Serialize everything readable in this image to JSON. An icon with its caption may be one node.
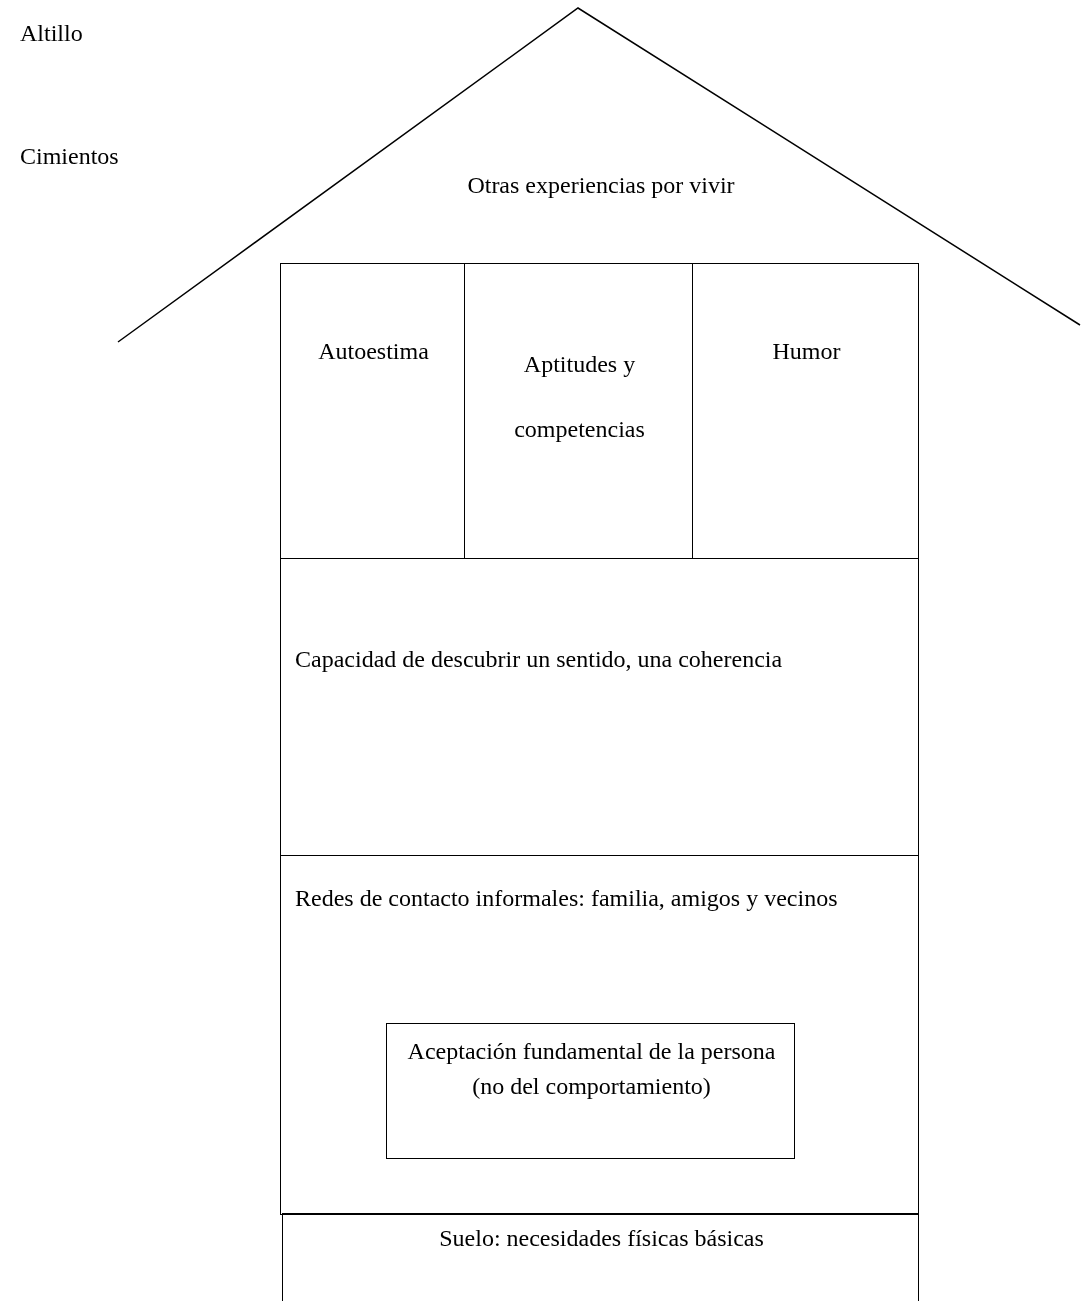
{
  "diagram": {
    "nodes": [
      {
        "text": [
          "Otras experiencias por vivir"
        ]
      },
      {
        "text": [
          "Autoestima"
        ]
      },
      {
        "text": [
          "Aptitudes y competencias"
        ]
      },
      {
        "text": [
          "Humor"
        ]
      },
      {
        "text": [
          "Capacidad de descubrir un sentido, una coherencia"
        ]
      },
      {
        "text": [
          "Redes de contacto informales: familia, amigos y vecinos"
        ]
      },
      {
        "text": [
          "Aceptación fundamental de la persona (no del comportamiento)"
        ],
        "in": 5
      },
      {
        "text": [
          "Suelo: necesidades físicas básicas"
        ]
      }
    ],
    "labels": [
      "Altillo",
      "Cimientos"
    ]
  }
}
